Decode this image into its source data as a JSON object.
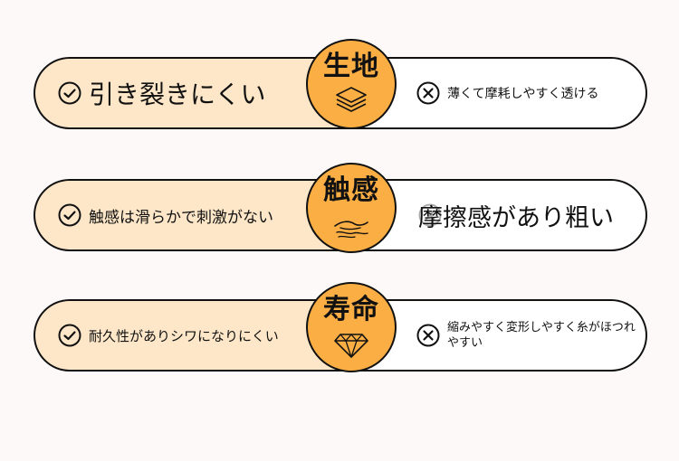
{
  "rows": [
    {
      "title": "生地",
      "icon": "layers-icon",
      "positive": "引き裂きにくい",
      "negative": "薄くて摩耗しやすく透ける"
    },
    {
      "title": "触感",
      "icon": "hand-icon",
      "positive": "触感は滑らかで刺激がない",
      "negative": "摩擦感があり粗い"
    },
    {
      "title": "寿命",
      "icon": "diamond-icon",
      "positive": "耐久性がありシワになりにくい",
      "negative": "縮みやすく変形しやすく糸がほつれやすい"
    }
  ],
  "colors": {
    "background": "#fdf9f9",
    "left_pill": "#fde7c8",
    "circle": "#fbae44",
    "right_pill": "#ffffff",
    "outline": "#111111"
  }
}
